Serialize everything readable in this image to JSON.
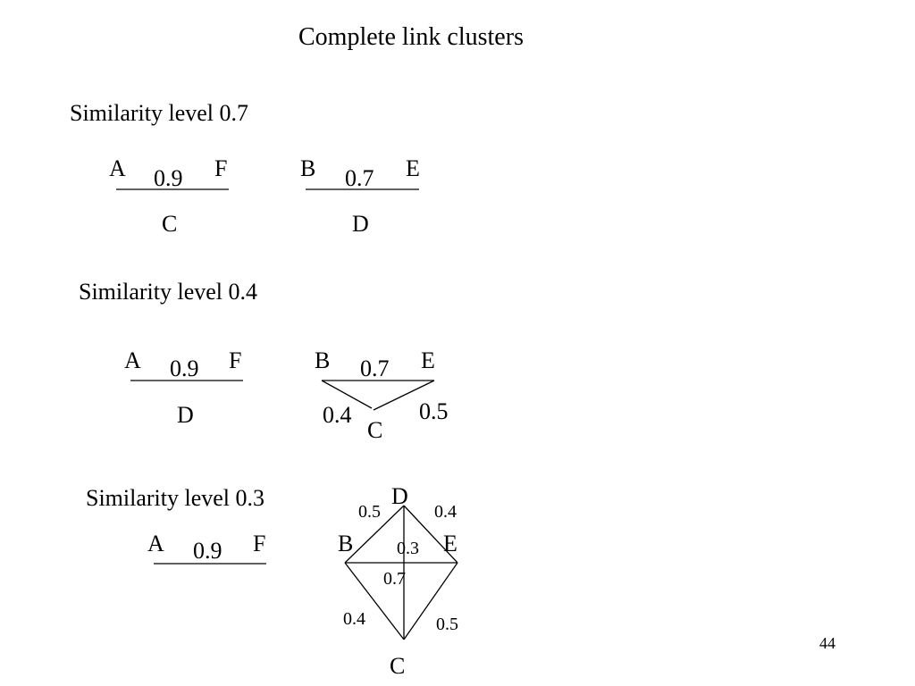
{
  "slide": {
    "title": "Complete link clusters",
    "page_number": "44"
  },
  "levels": [
    {
      "label": "Similarity level 0.7",
      "nodes": [
        "A",
        "F",
        "B",
        "E",
        "C",
        "D"
      ],
      "weights": [
        "0.9",
        "0.7"
      ]
    },
    {
      "label": "Similarity level 0.4",
      "nodes": [
        "A",
        "F",
        "B",
        "E",
        "D",
        "C"
      ],
      "weights": [
        "0.9",
        "0.7",
        "0.4",
        "0.5"
      ]
    },
    {
      "label": "Similarity level 0.3",
      "nodes": [
        "D",
        "A",
        "F",
        "B",
        "E",
        "C"
      ],
      "weights": [
        "0.9",
        "0.5",
        "0.4",
        "0.3",
        "0.7",
        "0.4",
        "0.5"
      ]
    }
  ]
}
